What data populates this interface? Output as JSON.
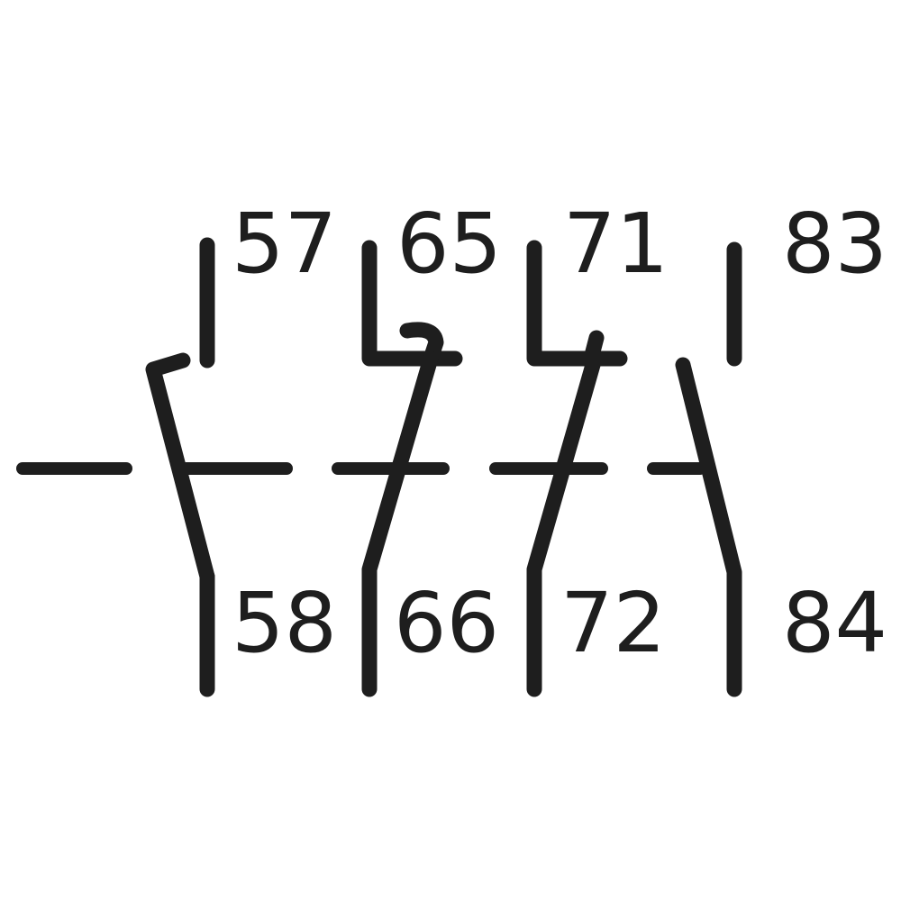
{
  "diagram": {
    "type": "auxiliary contact block symbol",
    "line_color": "#1e1e1e",
    "background": "#ffffff",
    "contacts": [
      {
        "top": "57",
        "bottom": "58",
        "kind": "late-break normally closed"
      },
      {
        "top": "65",
        "bottom": "66",
        "kind": "normally closed"
      },
      {
        "top": "71",
        "bottom": "72",
        "kind": "normally closed"
      },
      {
        "top": "83",
        "bottom": "84",
        "kind": "normally open"
      }
    ]
  }
}
